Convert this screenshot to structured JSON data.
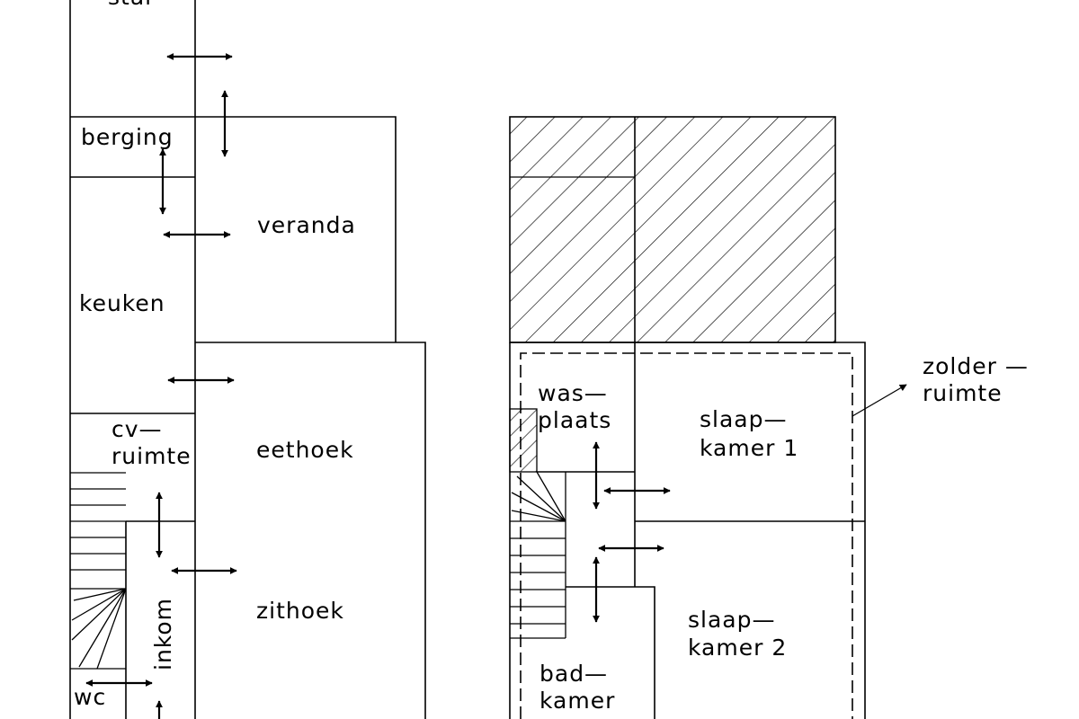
{
  "rooms": {
    "stal": "stal",
    "berging": "berging",
    "veranda": "veranda",
    "keuken": "keuken",
    "cv_line1": "cv—",
    "cv_line2": "ruimte",
    "eethoek": "eethoek",
    "zithoek": "zithoek",
    "inkom": "inkom",
    "wc": "wc",
    "was_line1": "was—",
    "was_line2": "plaats",
    "slaap1_line1": "slaap—",
    "slaap1_line2": "kamer 1",
    "slaap2_line1": "slaap—",
    "slaap2_line2": "kamer 2",
    "bad_line1": "bad—",
    "bad_line2": "kamer",
    "zolder_line1": "zolder —",
    "zolder_line2": "ruimte"
  },
  "colors": {
    "ink": "#000000",
    "paper": "#ffffff"
  }
}
